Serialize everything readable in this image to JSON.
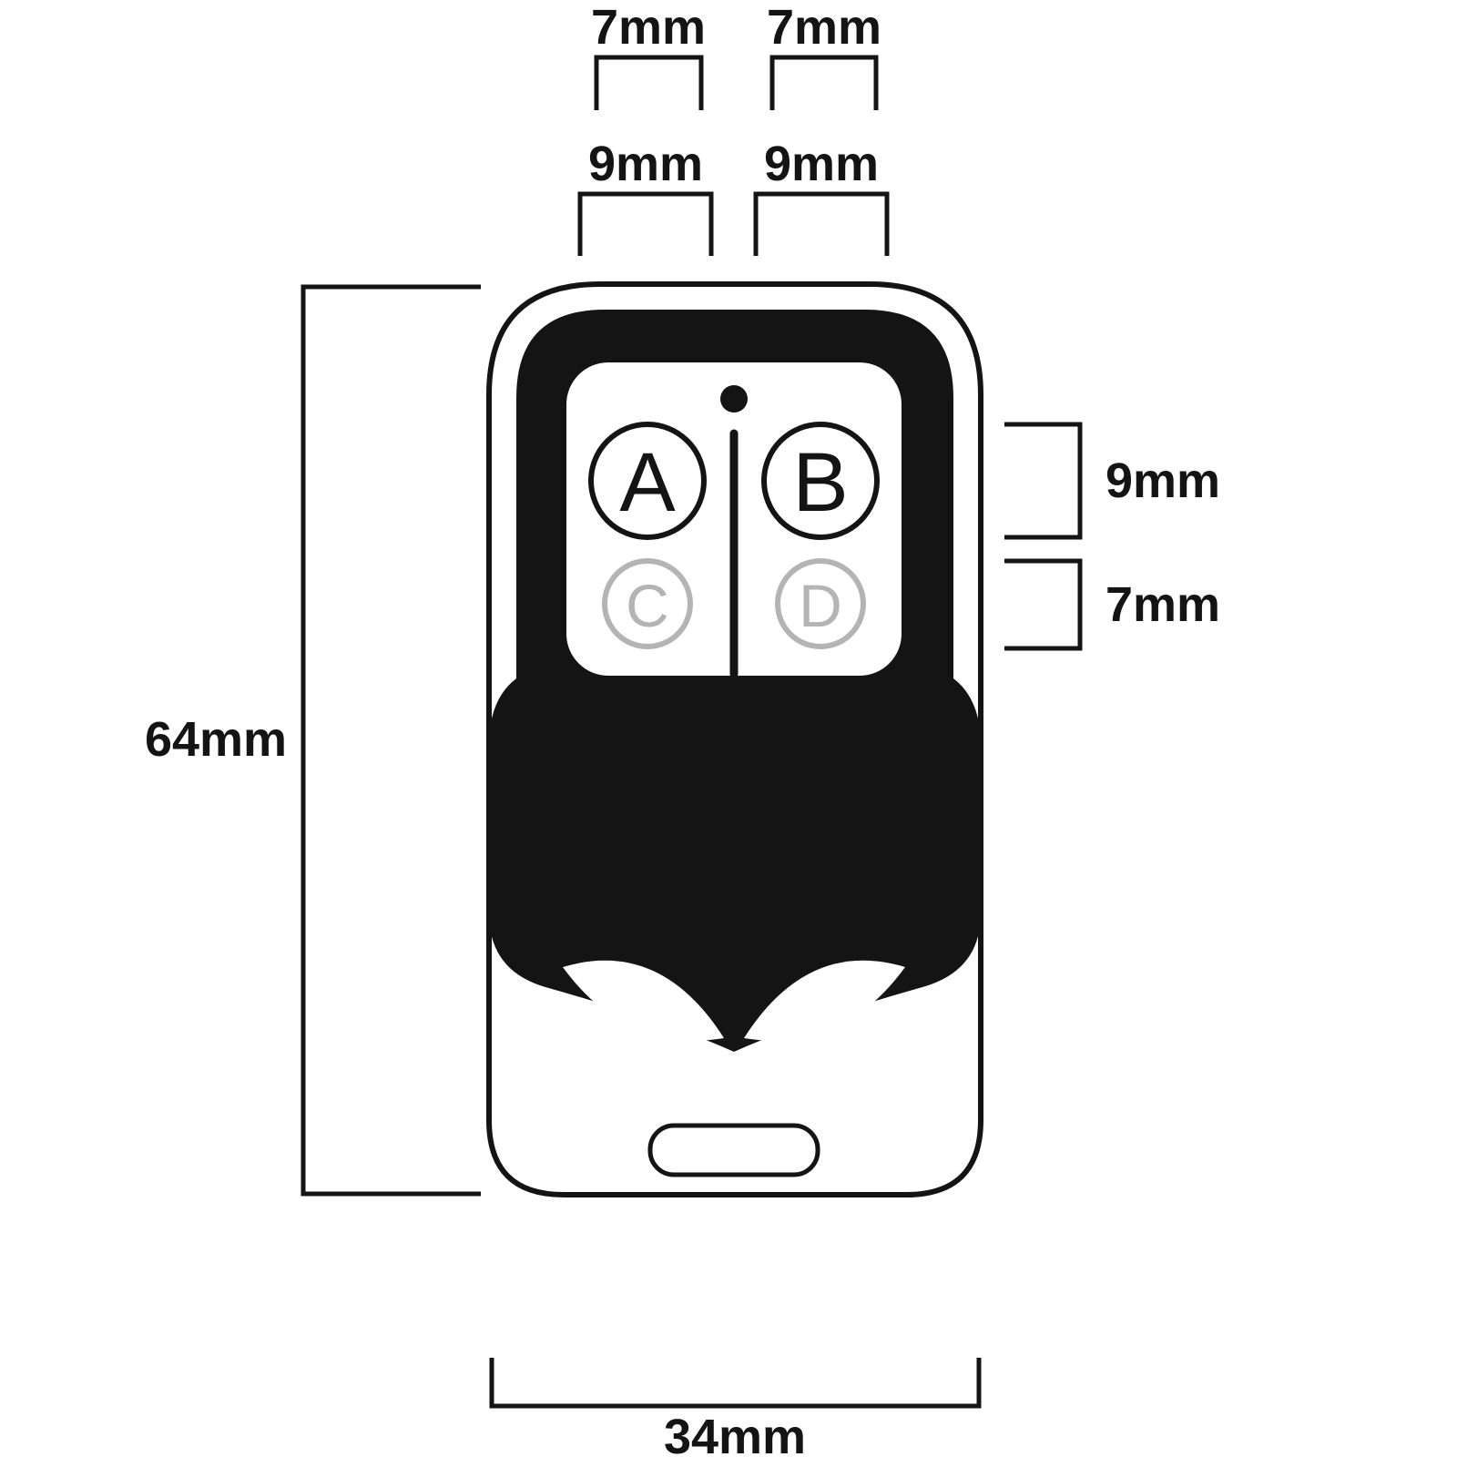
{
  "diagram": {
    "dimensions": {
      "top_left_7mm": "7mm",
      "top_right_7mm": "7mm",
      "top_left_9mm": "9mm",
      "top_right_9mm": "9mm",
      "right_9mm": "9mm",
      "right_7mm": "7mm",
      "left_64mm": "64mm",
      "bottom_34mm": "34mm"
    },
    "buttons": {
      "a": "A",
      "b": "B",
      "c": "C",
      "d": "D"
    },
    "colors": {
      "line": "#141414",
      "body": "#ffffff",
      "faceplate": "#141414",
      "secondary": "#b4b4b4"
    }
  }
}
